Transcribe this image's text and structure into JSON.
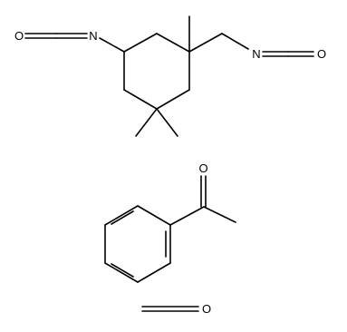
{
  "molecules": [
    {
      "atoms": [
        {
          "id": "o_left",
          "label": "O"
        },
        {
          "id": "n_left",
          "label": "N"
        },
        {
          "id": "n_right",
          "label": "N"
        },
        {
          "id": "o_right",
          "label": "O"
        }
      ]
    },
    {
      "atoms": [
        {
          "id": "o_ketone",
          "label": "O"
        }
      ]
    },
    {
      "atoms": [
        {
          "id": "o_formaldehyde",
          "label": "O"
        }
      ]
    }
  ],
  "colors": {
    "bond": "#000000",
    "label": "#000000",
    "background": "#ffffff"
  }
}
